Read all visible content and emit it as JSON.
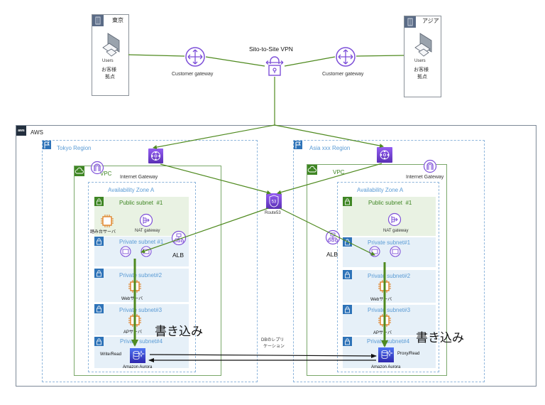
{
  "vpn": {
    "label": "Sito-to-Site VPN"
  },
  "sites": [
    {
      "name": "東京",
      "users_label": "Users",
      "desc_line1": "お客様",
      "desc_line2": "拠点"
    },
    {
      "name": "アジア",
      "users_label": "Users",
      "desc_line1": "お客様",
      "desc_line2": "拠点"
    }
  ],
  "customer_gateways": [
    {
      "label": "Customer gateway"
    },
    {
      "label": "Customer gateway"
    }
  ],
  "aws": {
    "label": "AWS",
    "logo_text": "aws"
  },
  "route53": {
    "label": "Route53"
  },
  "replication": {
    "line1": "DBのレプリ",
    "line2": "ケーション"
  },
  "regions": [
    {
      "name": "Tokyo Region",
      "vpc_label": "VPC",
      "igw_label": "Internet Gateway",
      "az_label": "Availability Zone A",
      "public_subnet": "Public subnet  #1",
      "bastion_label": "踏み台サーバ",
      "nat_label": "NAT gateway",
      "alb_label": "ALB",
      "private_subnets": [
        "Private subnet #1",
        "Private subnet#2",
        "Private subnet#3",
        "Private subnet#4"
      ],
      "web_label": "Webサーバ",
      "ap_label": "APサーバ",
      "db_role": "Write/Read",
      "db_label": "Amazon Aurora",
      "write_label": "書き込み"
    },
    {
      "name": "Asia xxx Region",
      "vpc_label": "VPC",
      "igw_label": "Internet Gateway",
      "az_label": "Availability Zone A",
      "public_subnet": "Public subnet  #1",
      "nat_label": "NAT gateway",
      "alb_label": "ALB",
      "private_subnets": [
        "Private subnet#1",
        "Private subnet#2",
        "Private subnet#3",
        "Private subnet#4"
      ],
      "web_label": "Webサーバ",
      "ap_label": "APサーバ",
      "db_role": "Proxy/Read",
      "db_label": "Amazon Aurora",
      "write_label": "書き込み"
    }
  ],
  "colors": {
    "connector": "#4f8a1f",
    "service_purple": "#7d4fd8",
    "compute_orange": "#e07b1a",
    "region_blue": "#5a9bd5",
    "vpc_green": "#3f8624"
  }
}
